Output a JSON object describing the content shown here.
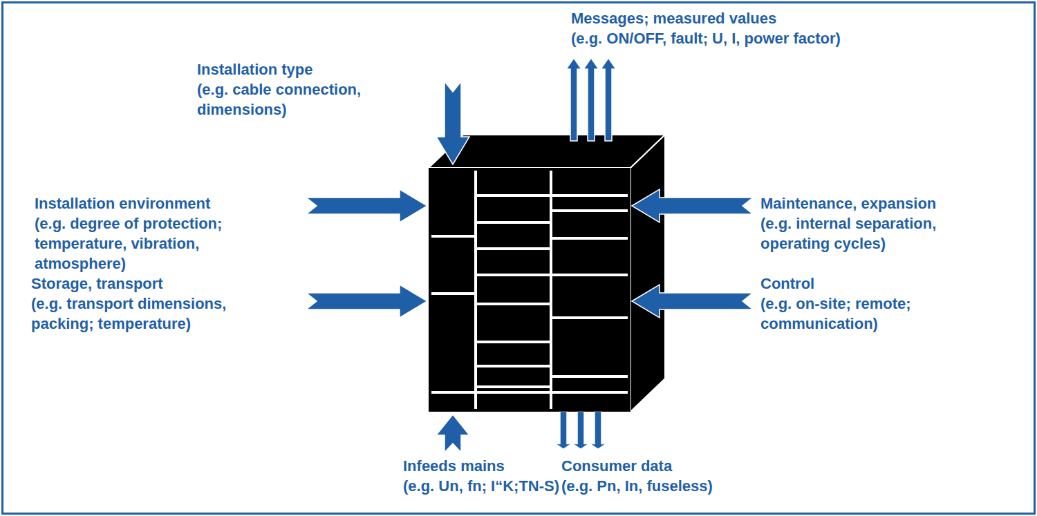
{
  "diagram": {
    "labels": [
      "Installation type",
      "(e.g. cable connection, dimensions)",
      "Messages; measured values",
      "(e.g. ON/OFF, fault; U, I, power factor)",
      "Installation environment",
      "(e.g. degree of protection; temperature, vibration, atmosphere)",
      "Maintenance, expansion",
      "(e.g. internal separation, operating cycles)",
      "Storage, transport",
      "(e.g. transport dimensions, packing; temperature)",
      "Control",
      "(e.g. on-site; remote; communication)",
      "Infeeds mains",
      "(e.g. Un, fn; I“K;TN-S)",
      "Consumer data",
      "(e.g. Pn, In, fuseless)"
    ]
  }
}
